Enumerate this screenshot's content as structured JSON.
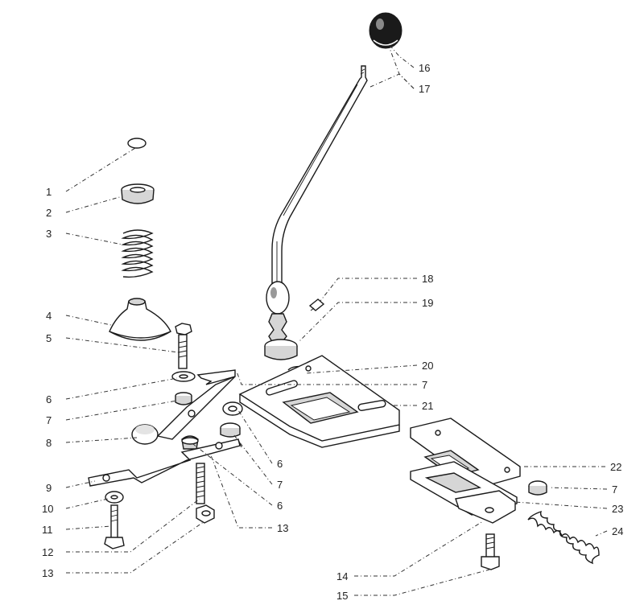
{
  "callouts": [
    {
      "id": "1",
      "label": "1"
    },
    {
      "id": "2",
      "label": "2"
    },
    {
      "id": "3",
      "label": "3"
    },
    {
      "id": "4",
      "label": "4"
    },
    {
      "id": "5",
      "label": "5"
    },
    {
      "id": "6a",
      "label": "6"
    },
    {
      "id": "7a",
      "label": "7"
    },
    {
      "id": "8",
      "label": "8"
    },
    {
      "id": "9",
      "label": "9"
    },
    {
      "id": "10",
      "label": "10"
    },
    {
      "id": "11",
      "label": "11"
    },
    {
      "id": "12",
      "label": "12"
    },
    {
      "id": "13a",
      "label": "13"
    },
    {
      "id": "16",
      "label": "16"
    },
    {
      "id": "17",
      "label": "17"
    },
    {
      "id": "18",
      "label": "18"
    },
    {
      "id": "19",
      "label": "19"
    },
    {
      "id": "20",
      "label": "20"
    },
    {
      "id": "7b",
      "label": "7"
    },
    {
      "id": "21",
      "label": "21"
    },
    {
      "id": "6b",
      "label": "6"
    },
    {
      "id": "7c",
      "label": "7"
    },
    {
      "id": "6c",
      "label": "6"
    },
    {
      "id": "13b",
      "label": "13"
    },
    {
      "id": "22",
      "label": "22"
    },
    {
      "id": "7d",
      "label": "7"
    },
    {
      "id": "23",
      "label": "23"
    },
    {
      "id": "24",
      "label": "24"
    },
    {
      "id": "14",
      "label": "14"
    },
    {
      "id": "15",
      "label": "15"
    }
  ]
}
